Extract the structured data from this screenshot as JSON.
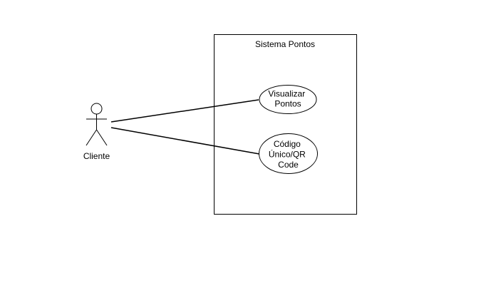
{
  "system": {
    "title": "Sistema Pontos"
  },
  "actor": {
    "label": "Cliente"
  },
  "use_cases": [
    {
      "lines": [
        "Visualizar",
        "Pontos"
      ]
    },
    {
      "lines": [
        "Código",
        "Único/QR",
        "Code"
      ]
    }
  ],
  "colors": {
    "stroke": "#000000",
    "fill": "#ffffff",
    "background": "#ffffff"
  }
}
